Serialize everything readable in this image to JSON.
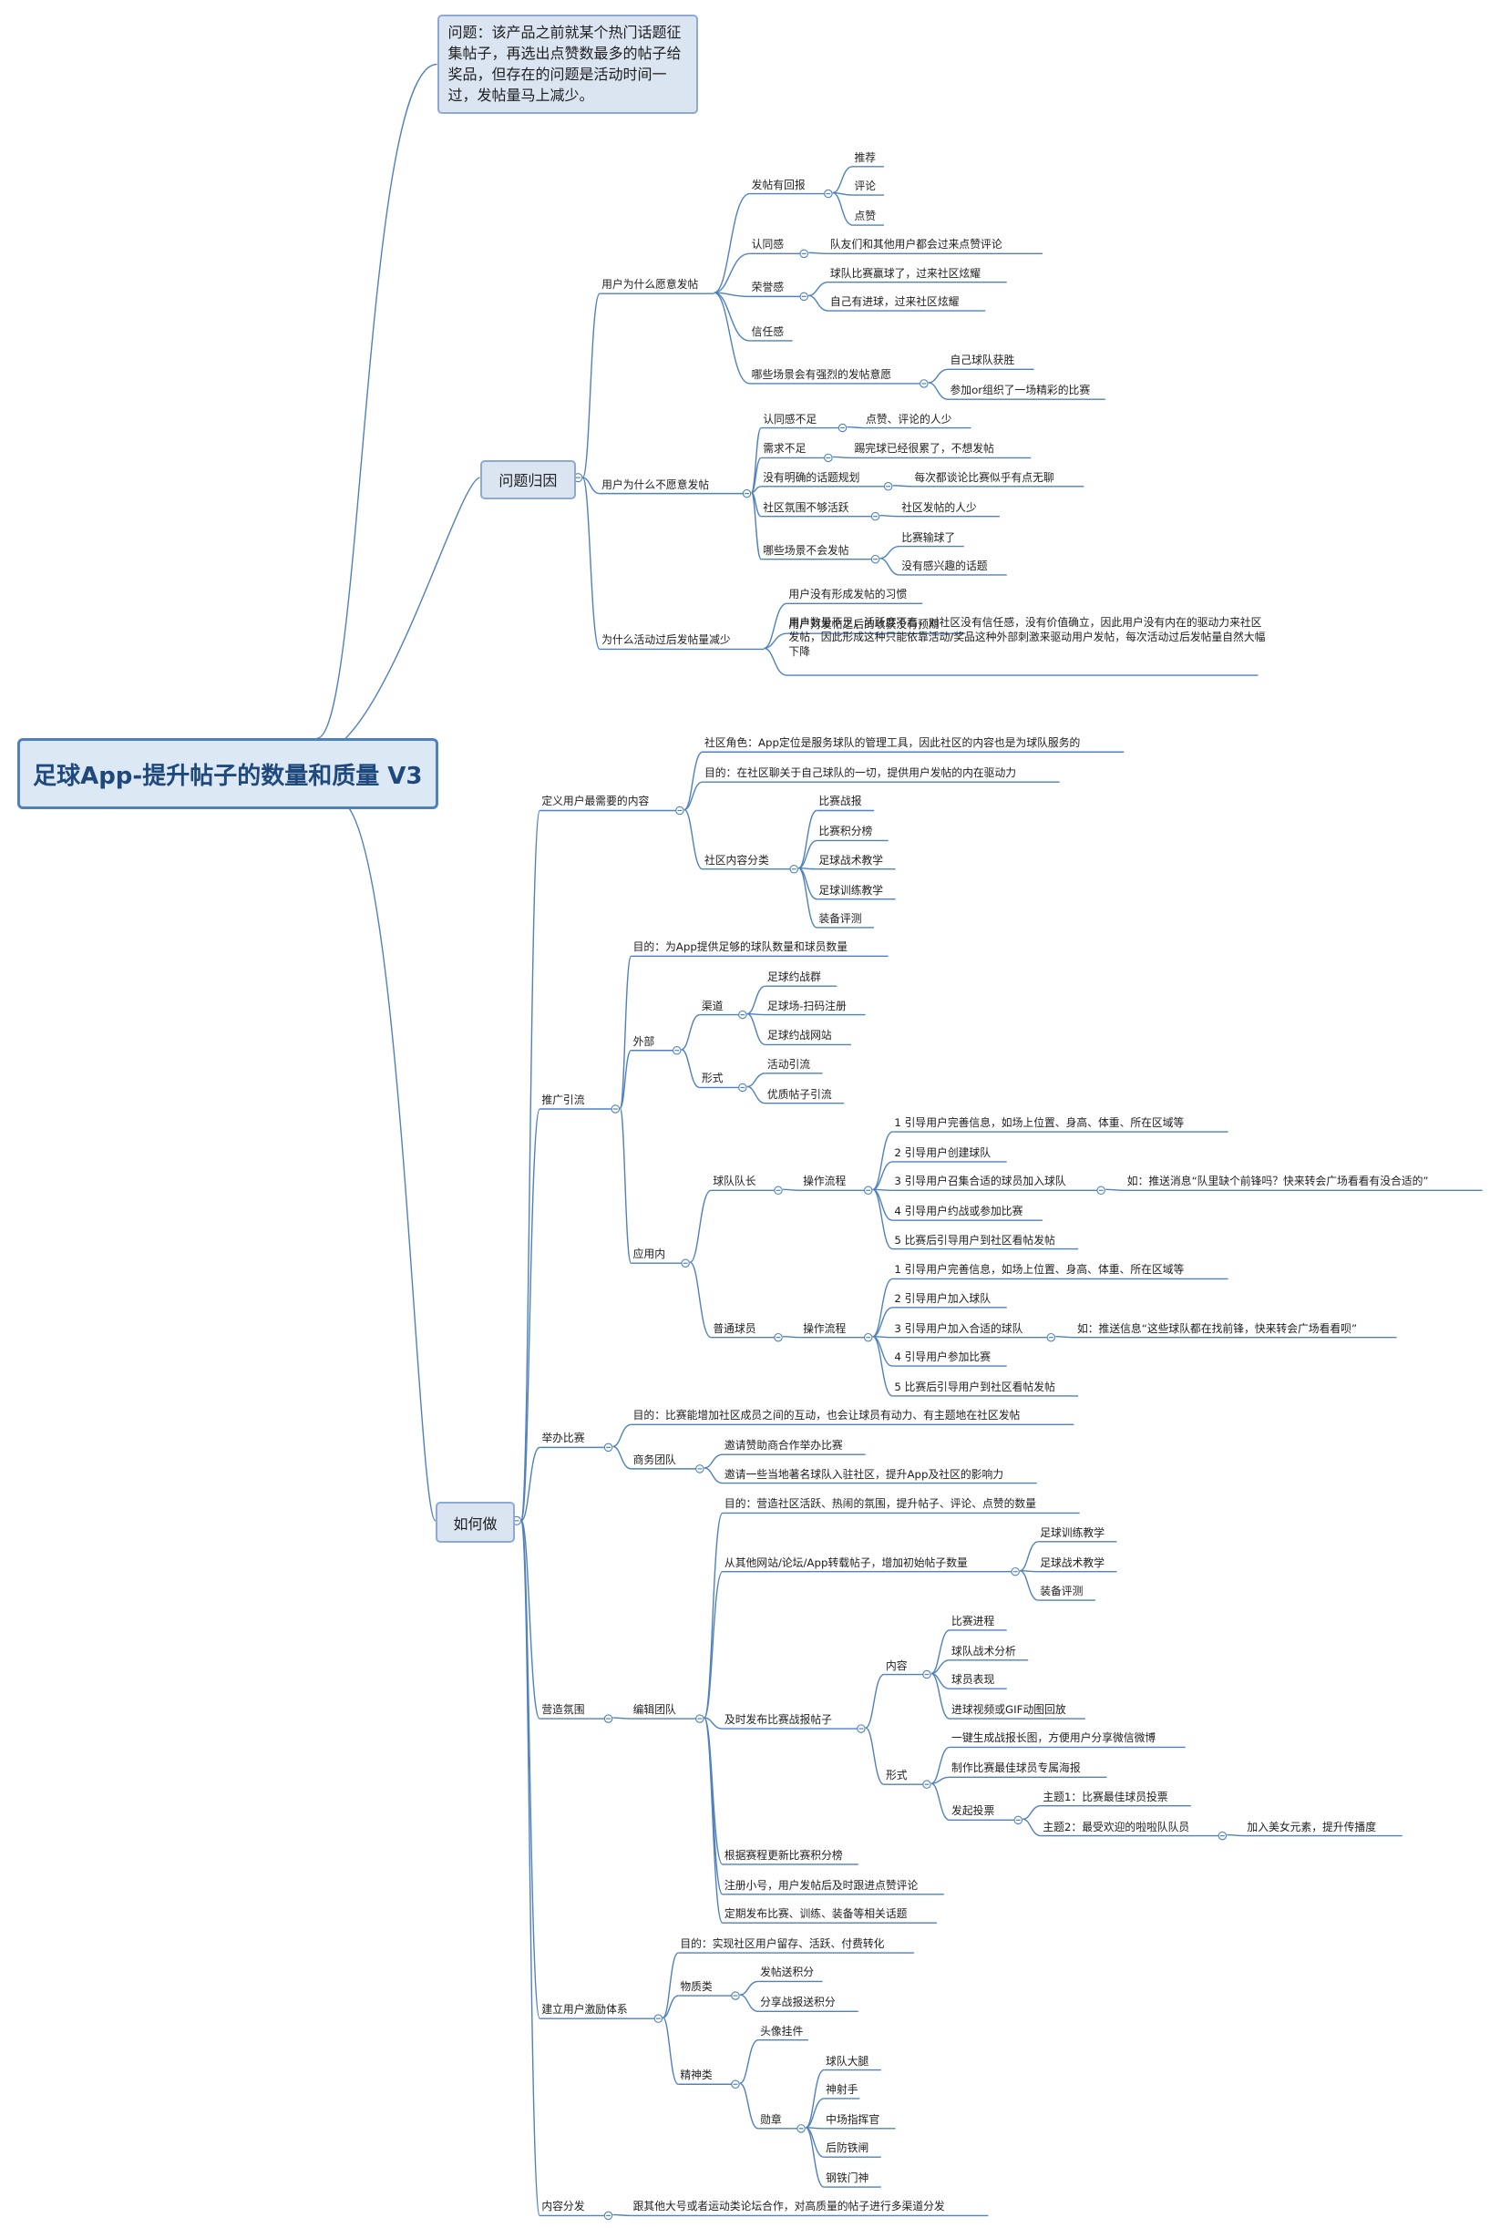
{
  "root": {
    "id": "root",
    "text": "足球App-提升帖子的数量和质量 V3"
  },
  "topics": [
    {
      "id": "q",
      "text": "问题：该产品之前就某个热门话题征集帖子，再选出点赞数最多的帖子给奖品，但存在的问题是活动时间一过，发帖量马上减少。",
      "style": "note"
    },
    {
      "id": "t1",
      "text": "问题归因",
      "style": "topic"
    },
    {
      "id": "t2",
      "text": "如何做",
      "style": "topic"
    }
  ],
  "nodes": [
    {
      "id": "a",
      "parent": "t1",
      "text": "用户为什么愿意发帖"
    },
    {
      "id": "a1",
      "parent": "a",
      "text": "发帖有回报"
    },
    {
      "id": "a1a",
      "parent": "a1",
      "text": "推荐"
    },
    {
      "id": "a1b",
      "parent": "a1",
      "text": "评论"
    },
    {
      "id": "a1c",
      "parent": "a1",
      "text": "点赞"
    },
    {
      "id": "a2",
      "parent": "a",
      "text": "认同感"
    },
    {
      "id": "a2a",
      "parent": "a2",
      "text": "队友们和其他用户都会过来点赞评论"
    },
    {
      "id": "a3",
      "parent": "a",
      "text": "荣誉感"
    },
    {
      "id": "a3a",
      "parent": "a3",
      "text": "球队比赛赢球了，过来社区炫耀"
    },
    {
      "id": "a3b",
      "parent": "a3",
      "text": "自己有进球，过来社区炫耀"
    },
    {
      "id": "a4",
      "parent": "a",
      "text": "信任感"
    },
    {
      "id": "a5",
      "parent": "a",
      "text": "哪些场景会有强烈的发帖意愿"
    },
    {
      "id": "a5a",
      "parent": "a5",
      "text": "自己球队获胜"
    },
    {
      "id": "a5b",
      "parent": "a5",
      "text": "参加or组织了一场精彩的比赛"
    },
    {
      "id": "b",
      "parent": "t1",
      "text": "用户为什么不愿意发帖"
    },
    {
      "id": "b1",
      "parent": "b",
      "text": "认同感不足"
    },
    {
      "id": "b1a",
      "parent": "b1",
      "text": "点赞、评论的人少"
    },
    {
      "id": "b2",
      "parent": "b",
      "text": "需求不足"
    },
    {
      "id": "b2a",
      "parent": "b2",
      "text": "踢完球已经很累了，不想发帖"
    },
    {
      "id": "b3",
      "parent": "b",
      "text": "没有明确的话题规划"
    },
    {
      "id": "b3a",
      "parent": "b3",
      "text": "每次都谈论比赛似乎有点无聊"
    },
    {
      "id": "b4",
      "parent": "b",
      "text": "社区氛围不够活跃"
    },
    {
      "id": "b4a",
      "parent": "b4",
      "text": "社区发帖的人少"
    },
    {
      "id": "b5",
      "parent": "b",
      "text": "哪些场景不会发帖"
    },
    {
      "id": "b5a",
      "parent": "b5",
      "text": "比赛输球了"
    },
    {
      "id": "b5b",
      "parent": "b5",
      "text": "没有感兴趣的话题"
    },
    {
      "id": "c",
      "parent": "t1",
      "text": "为什么活动过后发帖量减少"
    },
    {
      "id": "c1",
      "parent": "c",
      "text": "用户没有形成发帖的习惯"
    },
    {
      "id": "c2",
      "parent": "c",
      "text": "用户对发帖之后的收获没有预期"
    },
    {
      "id": "c3",
      "parent": "c",
      "text": "用户数量不足，活跃度不高，对社区没有信任感，没有价值确立，因此用户没有内在的驱动力来社区发帖，因此形成这种只能依靠活动/奖品这种外部刺激来驱动用户发帖，每次活动过后发帖量自然大幅下降",
      "wrap": true
    },
    {
      "id": "d",
      "parent": "t2",
      "text": "定义用户最需要的内容"
    },
    {
      "id": "d1",
      "parent": "d",
      "text": "社区角色：App定位是服务球队的管理工具，因此社区的内容也是为球队服务的"
    },
    {
      "id": "d2",
      "parent": "d",
      "text": "目的：在社区聊关于自己球队的一切，提供用户发帖的内在驱动力"
    },
    {
      "id": "d3",
      "parent": "d",
      "text": "社区内容分类"
    },
    {
      "id": "d3a",
      "parent": "d3",
      "text": "比赛战报"
    },
    {
      "id": "d3b",
      "parent": "d3",
      "text": "比赛积分榜"
    },
    {
      "id": "d3c",
      "parent": "d3",
      "text": "足球战术教学"
    },
    {
      "id": "d3d",
      "parent": "d3",
      "text": "足球训练教学"
    },
    {
      "id": "d3e",
      "parent": "d3",
      "text": "装备评测"
    },
    {
      "id": "e",
      "parent": "t2",
      "text": "推广引流"
    },
    {
      "id": "e1",
      "parent": "e",
      "text": "目的：为App提供足够的球队数量和球员数量"
    },
    {
      "id": "e2",
      "parent": "e",
      "text": "外部"
    },
    {
      "id": "e2a",
      "parent": "e2",
      "text": "渠道"
    },
    {
      "id": "e2a1",
      "parent": "e2a",
      "text": "足球约战群"
    },
    {
      "id": "e2a2",
      "parent": "e2a",
      "text": "足球场-扫码注册"
    },
    {
      "id": "e2a3",
      "parent": "e2a",
      "text": "足球约战网站"
    },
    {
      "id": "e2b",
      "parent": "e2",
      "text": "形式"
    },
    {
      "id": "e2b1",
      "parent": "e2b",
      "text": "活动引流"
    },
    {
      "id": "e2b2",
      "parent": "e2b",
      "text": "优质帖子引流"
    },
    {
      "id": "e3",
      "parent": "e",
      "text": "应用内"
    },
    {
      "id": "e3a",
      "parent": "e3",
      "text": "球队队长"
    },
    {
      "id": "e3a0",
      "parent": "e3a",
      "text": "操作流程"
    },
    {
      "id": "e3a1",
      "parent": "e3a0",
      "text": "1 引导用户完善信息，如场上位置、身高、体重、所在区域等"
    },
    {
      "id": "e3a2",
      "parent": "e3a0",
      "text": "2 引导用户创建球队"
    },
    {
      "id": "e3a3",
      "parent": "e3a0",
      "text": "3 引导用户召集合适的球员加入球队"
    },
    {
      "id": "e3a3x",
      "parent": "e3a3",
      "text": "如：推送消息“队里缺个前锋吗？快来转会广场看看有没合适的”"
    },
    {
      "id": "e3a4",
      "parent": "e3a0",
      "text": "4 引导用户约战或参加比赛"
    },
    {
      "id": "e3a5",
      "parent": "e3a0",
      "text": "5 比赛后引导用户到社区看帖发帖"
    },
    {
      "id": "e3b",
      "parent": "e3",
      "text": "普通球员"
    },
    {
      "id": "e3b0",
      "parent": "e3b",
      "text": "操作流程"
    },
    {
      "id": "e3b1",
      "parent": "e3b0",
      "text": "1 引导用户完善信息，如场上位置、身高、体重、所在区域等"
    },
    {
      "id": "e3b2",
      "parent": "e3b0",
      "text": "2 引导用户加入球队"
    },
    {
      "id": "e3b3",
      "parent": "e3b0",
      "text": "3 引导用户加入合适的球队"
    },
    {
      "id": "e3b3x",
      "parent": "e3b3",
      "text": "如：推送信息“这些球队都在找前锋，快来转会广场看看呗”"
    },
    {
      "id": "e3b4",
      "parent": "e3b0",
      "text": "4 引导用户参加比赛"
    },
    {
      "id": "e3b5",
      "parent": "e3b0",
      "text": "5 比赛后引导用户到社区看帖发帖"
    },
    {
      "id": "f",
      "parent": "t2",
      "text": "举办比赛"
    },
    {
      "id": "f1",
      "parent": "f",
      "text": "目的：比赛能增加社区成员之间的互动，也会让球员有动力、有主题地在社区发帖"
    },
    {
      "id": "f2",
      "parent": "f",
      "text": "商务团队"
    },
    {
      "id": "f2a",
      "parent": "f2",
      "text": "邀请赞助商合作举办比赛"
    },
    {
      "id": "f2b",
      "parent": "f2",
      "text": "邀请一些当地著名球队入驻社区，提升App及社区的影响力"
    },
    {
      "id": "g",
      "parent": "t2",
      "text": "营造氛围"
    },
    {
      "id": "g1",
      "parent": "g",
      "text": "编辑团队"
    },
    {
      "id": "g1a",
      "parent": "g1",
      "text": "目的：营造社区活跃、热闹的氛围，提升帖子、评论、点赞的数量"
    },
    {
      "id": "g1b",
      "parent": "g1",
      "text": "从其他网站/论坛/App转载帖子，增加初始帖子数量"
    },
    {
      "id": "g1b1",
      "parent": "g1b",
      "text": "足球训练教学"
    },
    {
      "id": "g1b2",
      "parent": "g1b",
      "text": "足球战术教学"
    },
    {
      "id": "g1b3",
      "parent": "g1b",
      "text": "装备评测"
    },
    {
      "id": "g1c",
      "parent": "g1",
      "text": "及时发布比赛战报帖子"
    },
    {
      "id": "g1c1",
      "parent": "g1c",
      "text": "内容"
    },
    {
      "id": "g1c1a",
      "parent": "g1c1",
      "text": "比赛进程"
    },
    {
      "id": "g1c1b",
      "parent": "g1c1",
      "text": "球队战术分析"
    },
    {
      "id": "g1c1c",
      "parent": "g1c1",
      "text": "球员表现"
    },
    {
      "id": "g1c1d",
      "parent": "g1c1",
      "text": "进球视频或GIF动图回放"
    },
    {
      "id": "g1c2",
      "parent": "g1c",
      "text": "形式"
    },
    {
      "id": "g1c2a",
      "parent": "g1c2",
      "text": "一键生成战报长图，方便用户分享微信微博"
    },
    {
      "id": "g1c2b",
      "parent": "g1c2",
      "text": "制作比赛最佳球员专属海报"
    },
    {
      "id": "g1c2c",
      "parent": "g1c2",
      "text": "发起投票"
    },
    {
      "id": "g1c2c1",
      "parent": "g1c2c",
      "text": "主题1：比赛最佳球员投票"
    },
    {
      "id": "g1c2c2",
      "parent": "g1c2c",
      "text": "主题2：最受欢迎的啦啦队队员"
    },
    {
      "id": "g1c2c2x",
      "parent": "g1c2c2",
      "text": "加入美女元素，提升传播度"
    },
    {
      "id": "g1d",
      "parent": "g1",
      "text": "根据赛程更新比赛积分榜"
    },
    {
      "id": "g1e",
      "parent": "g1",
      "text": "注册小号，用户发帖后及时跟进点赞评论"
    },
    {
      "id": "g1f",
      "parent": "g1",
      "text": "定期发布比赛、训练、装备等相关话题"
    },
    {
      "id": "h",
      "parent": "t2",
      "text": "建立用户激励体系"
    },
    {
      "id": "h1",
      "parent": "h",
      "text": "目的：实现社区用户留存、活跃、付费转化"
    },
    {
      "id": "h2",
      "parent": "h",
      "text": "物质类"
    },
    {
      "id": "h2a",
      "parent": "h2",
      "text": "发帖送积分"
    },
    {
      "id": "h2b",
      "parent": "h2",
      "text": "分享战报送积分"
    },
    {
      "id": "h3",
      "parent": "h",
      "text": "精神类"
    },
    {
      "id": "h3a",
      "parent": "h3",
      "text": "头像挂件"
    },
    {
      "id": "h3b",
      "parent": "h3",
      "text": "勋章"
    },
    {
      "id": "h3b1",
      "parent": "h3b",
      "text": "球队大腿"
    },
    {
      "id": "h3b2",
      "parent": "h3b",
      "text": "神射手"
    },
    {
      "id": "h3b3",
      "parent": "h3b",
      "text": "中场指挥官"
    },
    {
      "id": "h3b4",
      "parent": "h3b",
      "text": "后防铁闸"
    },
    {
      "id": "h3b5",
      "parent": "h3b",
      "text": "钢铁门神"
    },
    {
      "id": "i",
      "parent": "t2",
      "text": "内容分发"
    },
    {
      "id": "i1",
      "parent": "i",
      "text": "跟其他大号或者运动类论坛合作，对高质量的帖子进行多渠道分发"
    }
  ],
  "colors": {
    "line": "#4f81bd",
    "topic_fill": "#dbe5f2",
    "topic_border": "#8eaad0",
    "root_text": "#1f497d"
  }
}
